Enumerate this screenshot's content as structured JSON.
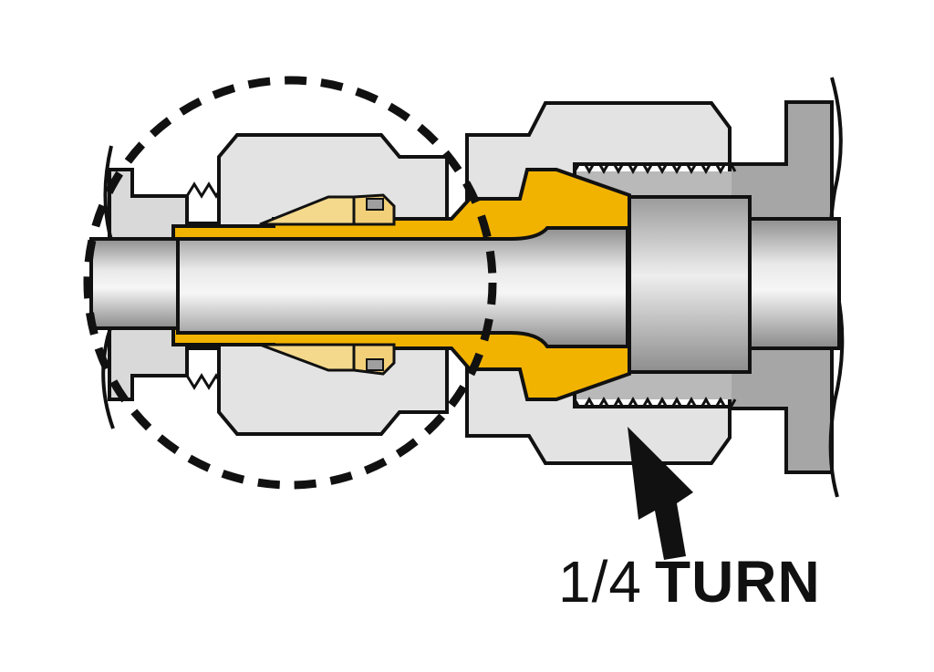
{
  "caption": {
    "fraction": "1/4",
    "word": "TURN"
  },
  "colors": {
    "outline": "#111111",
    "steel_light": "#dcdcdc",
    "steel_mid": "#bcbcbc",
    "steel_dark": "#a3a3a3",
    "nut_fill": "#e3e3e3",
    "brass_gold": "#f2b300",
    "ferrule_cream": "#f4d98c"
  },
  "icons": {
    "arrow": "arrow-pointing-to-nut-icon",
    "callout": "dashed-detail-circle"
  }
}
